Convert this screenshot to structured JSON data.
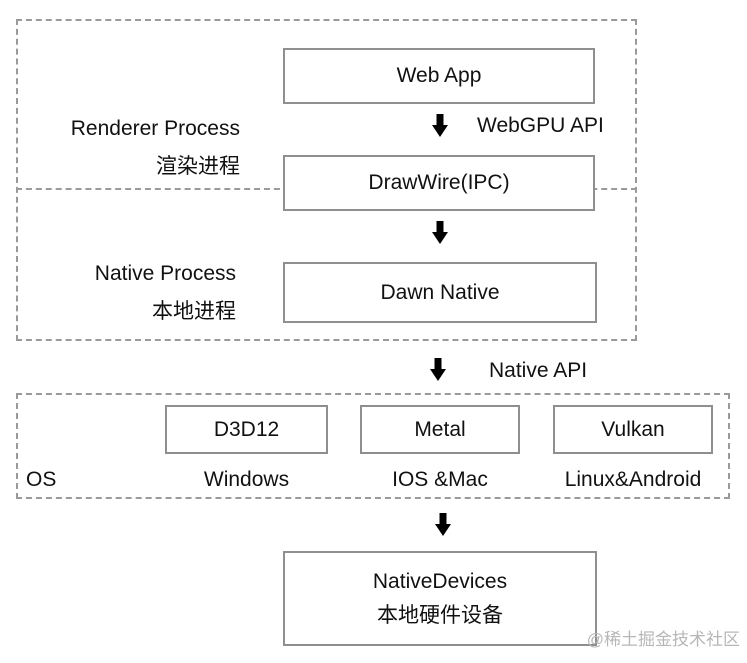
{
  "colors": {
    "box_border": "#8f8f8f",
    "dashed_border": "#9a9a9a",
    "text": "#111111",
    "arrow": "#000000",
    "watermark": "#b7b7b7"
  },
  "diagram": {
    "renderer_process": {
      "label_en": "Renderer Process",
      "label_zh": "渲染进程"
    },
    "native_process": {
      "label_en": "Native Process",
      "label_zh": "本地进程"
    },
    "web_app": "Web App",
    "webgpu_api": "WebGPU API",
    "drawwire": "DrawWire(IPC)",
    "dawn_native": "Dawn Native",
    "native_api": "Native API",
    "os_label": "OS",
    "backends": [
      {
        "box": "D3D12",
        "os": "Windows"
      },
      {
        "box": "Metal",
        "os": "IOS &Mac"
      },
      {
        "box": "Vulkan",
        "os": "Linux&Android"
      }
    ],
    "native_devices": {
      "label_en": "NativeDevices",
      "label_zh": "本地硬件设备"
    }
  },
  "watermark": "@稀土掘金技术社区"
}
